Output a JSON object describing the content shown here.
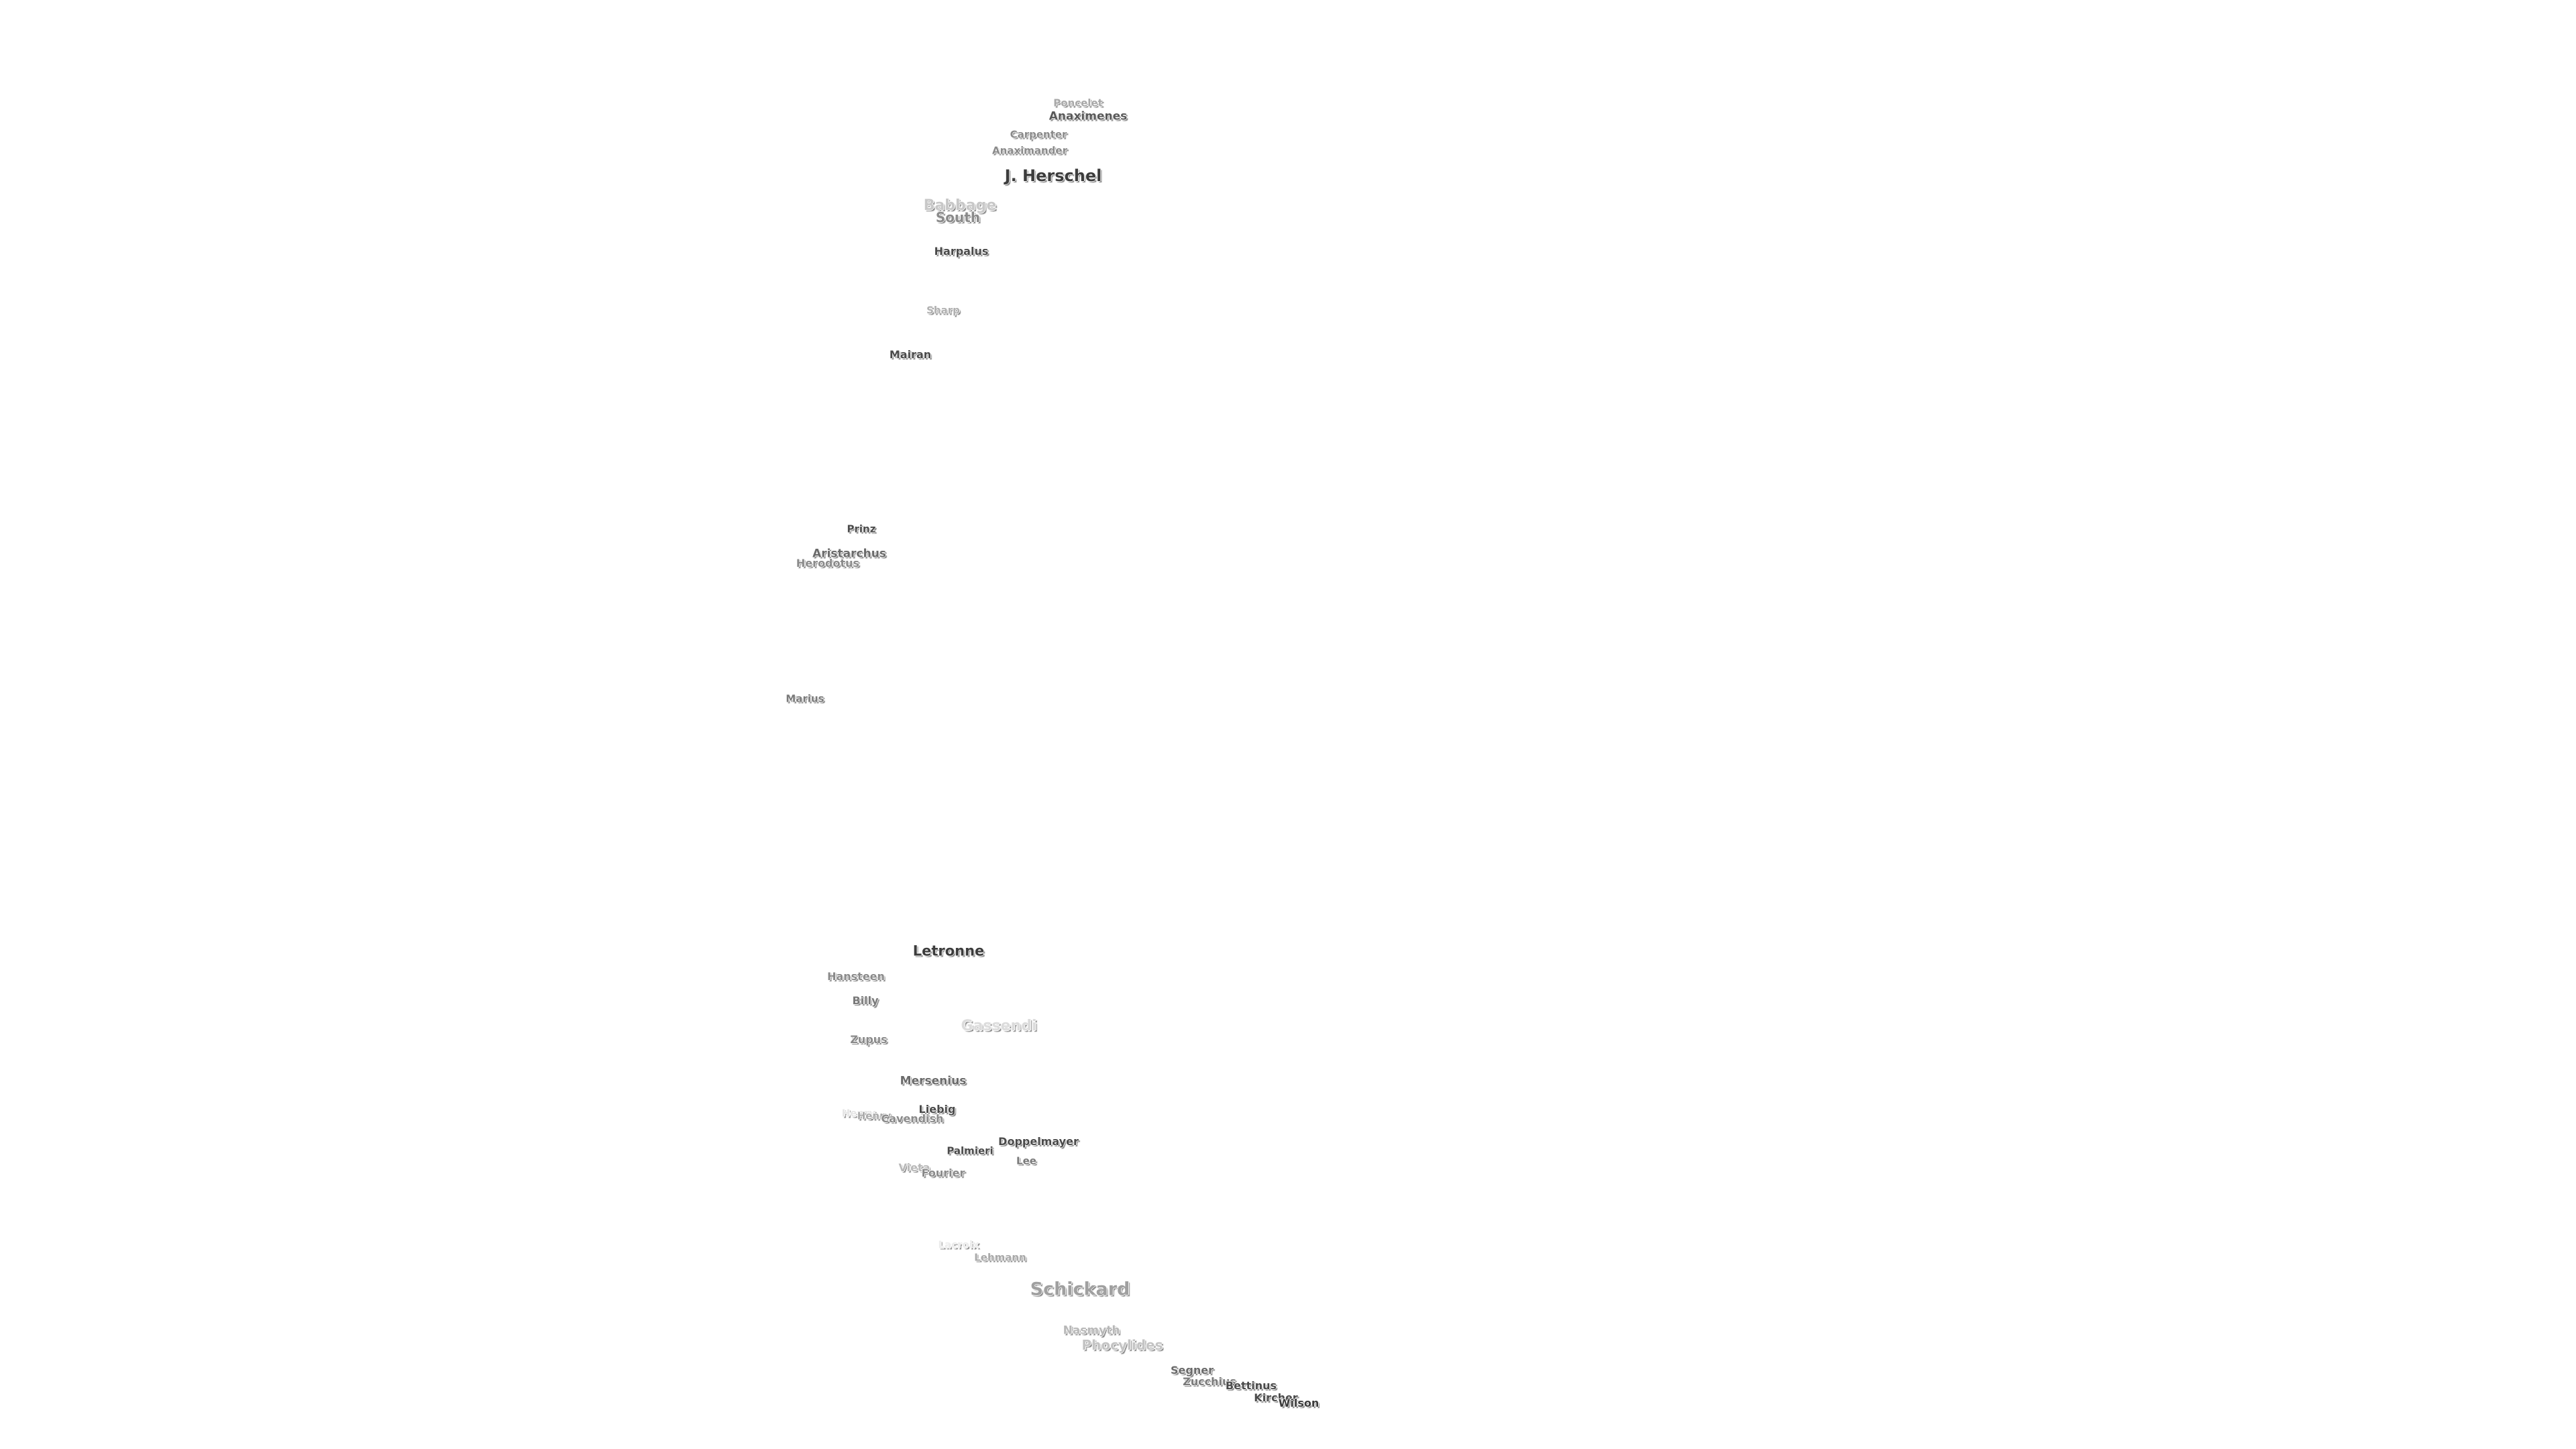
{
  "map": {
    "labels": [
      {
        "id": "poncelet",
        "text": "Poncelet",
        "shade": "#a8a8a8"
      },
      {
        "id": "anaximenes",
        "text": "Anaximenes",
        "shade": "#585858"
      },
      {
        "id": "carpenter",
        "text": "Carpenter",
        "shade": "#8a8a8a"
      },
      {
        "id": "anaximander",
        "text": "Anaximander",
        "shade": "#8a8a8a"
      },
      {
        "id": "j-herschel",
        "text": "J. Herschel",
        "shade": "#3c3c3c"
      },
      {
        "id": "babbage",
        "text": "Babbage",
        "shade": "#c8c8c8"
      },
      {
        "id": "south",
        "text": "South",
        "shade": "#8a8a8a"
      },
      {
        "id": "harpalus",
        "text": "Harpalus",
        "shade": "#4a4a4a"
      },
      {
        "id": "sharp",
        "text": "Sharp",
        "shade": "#b0b0b0"
      },
      {
        "id": "mairan",
        "text": "Mairan",
        "shade": "#4a4a4a"
      },
      {
        "id": "prinz",
        "text": "Prinz",
        "shade": "#4a4a4a"
      },
      {
        "id": "aristarchus",
        "text": "Aristarchus",
        "shade": "#6a6a6a"
      },
      {
        "id": "herodotus",
        "text": "Herodotus",
        "shade": "#8a8a8a"
      },
      {
        "id": "marius",
        "text": "Marius",
        "shade": "#7a7a7a"
      },
      {
        "id": "letronne",
        "text": "Letronne",
        "shade": "#3c3c3c"
      },
      {
        "id": "hansteen",
        "text": "Hansteen",
        "shade": "#8a8a8a"
      },
      {
        "id": "billy",
        "text": "Billy",
        "shade": "#7a7a7a"
      },
      {
        "id": "gassendi",
        "text": "Gassendi",
        "shade": "#dcdcdc"
      },
      {
        "id": "zupus",
        "text": "Zupus",
        "shade": "#8a8a8a"
      },
      {
        "id": "mersenius",
        "text": "Mersenius",
        "shade": "#6a6a6a"
      },
      {
        "id": "liebig",
        "text": "Liebig",
        "shade": "#4a4a4a"
      },
      {
        "id": "henry",
        "text": "Henry",
        "shade": "#e6e6e6"
      },
      {
        "id": "henry-freres",
        "text": "Henry",
        "shade": "#aaaaaa"
      },
      {
        "id": "cavendish",
        "text": "Cavendish",
        "shade": "#8a8a8a"
      },
      {
        "id": "doppelmayer",
        "text": "Doppelmayer",
        "shade": "#4a4a4a"
      },
      {
        "id": "palmieri",
        "text": "Palmieri",
        "shade": "#4a4a4a"
      },
      {
        "id": "lee",
        "text": "Lee",
        "shade": "#7a7a7a"
      },
      {
        "id": "vieta",
        "text": "Vieta",
        "shade": "#b8b8b8"
      },
      {
        "id": "fourier",
        "text": "Fourier",
        "shade": "#8a8a8a"
      },
      {
        "id": "lacroix",
        "text": "Lacroix",
        "shade": "#ececec"
      },
      {
        "id": "lehmann",
        "text": "Lehmann",
        "shade": "#a8a8a8"
      },
      {
        "id": "schickard",
        "text": "Schickard",
        "shade": "#a0a0a0"
      },
      {
        "id": "nasmyth",
        "text": "Nasmyth",
        "shade": "#b8b8b8"
      },
      {
        "id": "phocylides",
        "text": "Phocylides",
        "shade": "#c4c4c4"
      },
      {
        "id": "segner",
        "text": "Segner",
        "shade": "#6a6a6a"
      },
      {
        "id": "zucchius",
        "text": "Zucchius",
        "shade": "#7a7a7a"
      },
      {
        "id": "bettinus",
        "text": "Bettinus",
        "shade": "#4a4a4a"
      },
      {
        "id": "kircher",
        "text": "Kircher",
        "shade": "#4a4a4a"
      },
      {
        "id": "wilson",
        "text": "Wilson",
        "shade": "#3c3c3c"
      }
    ]
  }
}
